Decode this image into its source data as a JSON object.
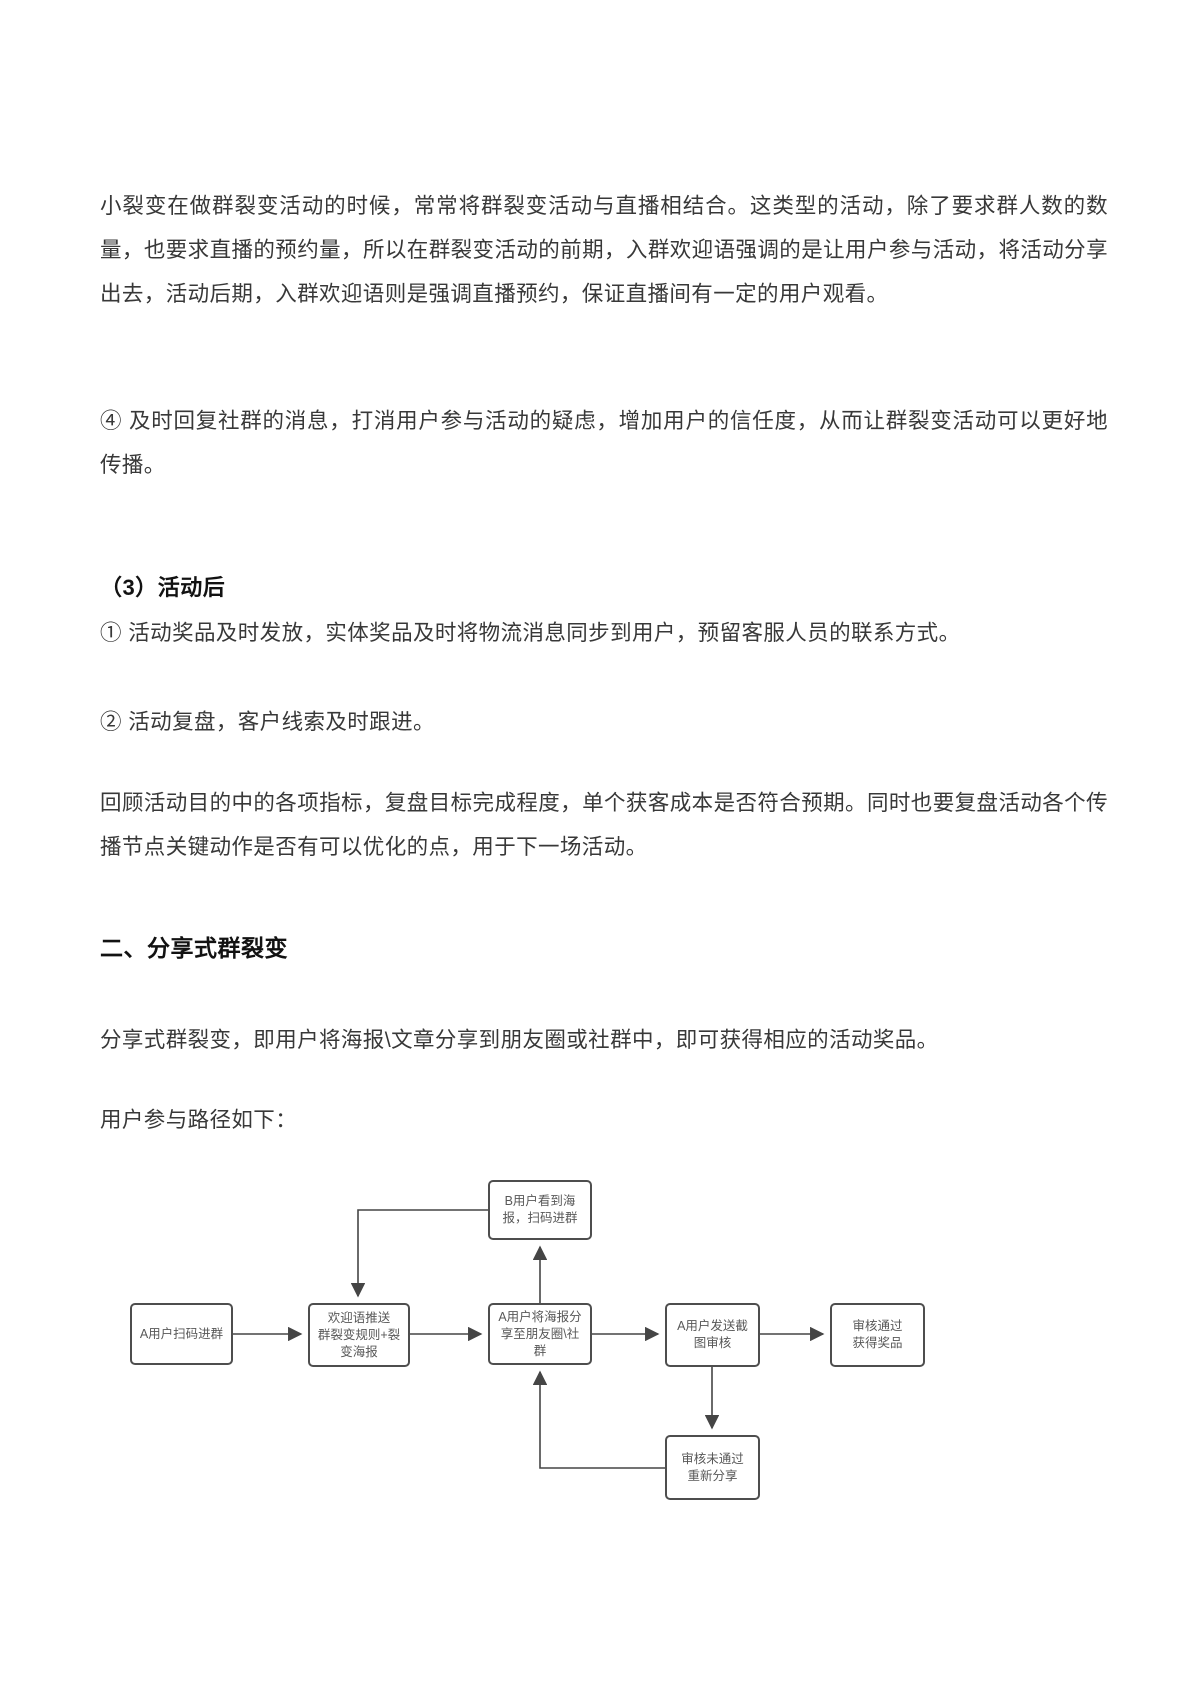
{
  "document": {
    "paragraph_live": "小裂变在做群裂变活动的时候，常常将群裂变活动与直播相结合。这类型的活动，除了要求群人数的数量，也要求直播的预约量，所以在群裂变活动的前期，入群欢迎语强调的是让用户参与活动，将活动分享出去，活动后期，入群欢迎语则是强调直播预约，保证直播间有一定的用户观看。",
    "item_4": "④ 及时回复社群的消息，打消用户参与活动的疑虑，增加用户的信任度，从而让群裂变活动可以更好地传播。",
    "heading_after": "（3）活动后",
    "item_1": "① 活动奖品及时发放，实体奖品及时将物流消息同步到用户，预留客服人员的联系方式。",
    "item_2": "② 活动复盘，客户线索及时跟进。",
    "paragraph_review": "回顾活动目的中的各项指标，复盘目标完成程度，单个获客成本是否符合预期。同时也要复盘活动各个传播节点关键动作是否有可以优化的点，用于下一场活动。",
    "heading_share": "二、分享式群裂变",
    "paragraph_share": "分享式群裂变，即用户将海报\\文章分享到朋友圈或社群中，即可获得相应的活动奖品。",
    "paragraph_path": "用户参与路径如下："
  },
  "flowchart": {
    "line_color": "#454545",
    "nodes": [
      {
        "id": "a-scan",
        "label": "A用户扫码进群"
      },
      {
        "id": "welcome",
        "label": "欢迎语推送\n群裂变规则+裂\n变海报"
      },
      {
        "id": "a-share",
        "label": "A用户将海报分\n享至朋友圈\\社\n群"
      },
      {
        "id": "a-submit",
        "label": "A用户发送截\n图审核"
      },
      {
        "id": "pass",
        "label": "审核通过\n获得奖品"
      },
      {
        "id": "b-scan",
        "label": "B用户看到海\n报，扫码进群"
      },
      {
        "id": "fail",
        "label": "审核未通过\n重新分享"
      }
    ],
    "edges": [
      {
        "from": "a-scan",
        "to": "welcome"
      },
      {
        "from": "welcome",
        "to": "a-share"
      },
      {
        "from": "a-share",
        "to": "a-submit"
      },
      {
        "from": "a-submit",
        "to": "pass"
      },
      {
        "from": "a-share",
        "to": "b-scan"
      },
      {
        "from": "b-scan",
        "to": "welcome"
      },
      {
        "from": "a-submit",
        "to": "fail"
      },
      {
        "from": "fail",
        "to": "a-share"
      }
    ]
  }
}
